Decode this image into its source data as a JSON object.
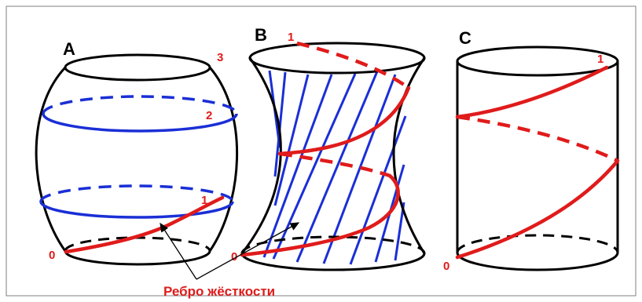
{
  "figures": {
    "a": {
      "letter": "A",
      "point_labels": [
        "0",
        "1",
        "2",
        "3"
      ]
    },
    "b": {
      "letter": "B",
      "point_labels": [
        "0",
        "1"
      ]
    },
    "c": {
      "letter": "C",
      "point_labels": [
        "0",
        "1"
      ]
    }
  },
  "caption": "Ребро жёсткости",
  "colors": {
    "outline": "#000000",
    "rib_blue": "#1a2fd6",
    "helix_red": "#e01b1b"
  }
}
